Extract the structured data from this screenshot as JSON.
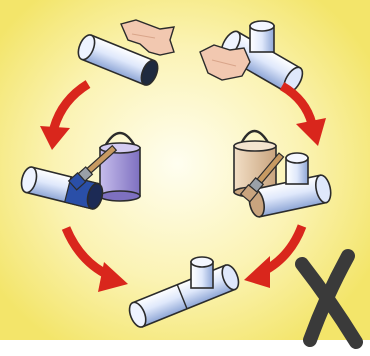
{
  "diagram": {
    "steps": [
      {
        "id": "sand-plain-pipe",
        "icon": "sandpaper-on-pipe-icon"
      },
      {
        "id": "sand-tee-fitting",
        "icon": "sandpaper-on-tee-icon"
      },
      {
        "id": "glue-plain-pipe",
        "icon": "paint-brush-and-glue-can-icon"
      },
      {
        "id": "glue-tee-fitting",
        "icon": "paint-brush-and-glue-can-icon"
      },
      {
        "id": "joined-pipe",
        "icon": "joined-tee-pipe-icon"
      }
    ],
    "arrows": [
      "arrow-to-glue-pipe",
      "arrow-to-glue-tee",
      "arrow-to-join-left",
      "arrow-to-join-right"
    ],
    "mark": "cross-mark-icon"
  },
  "colors": {
    "background": "#f5ea7a",
    "background_center": "#fffde8",
    "arrow": "#d9261c",
    "pipe_light": "#e6eefc",
    "pipe_shade": "#8ea6d6",
    "sandpaper": "#f2c8b0",
    "blue_glue": "#2a4fa8",
    "glue_can_purple": "#a497d6",
    "glue_can_tan": "#dcc2a0",
    "cross": "#3a3a3a"
  }
}
